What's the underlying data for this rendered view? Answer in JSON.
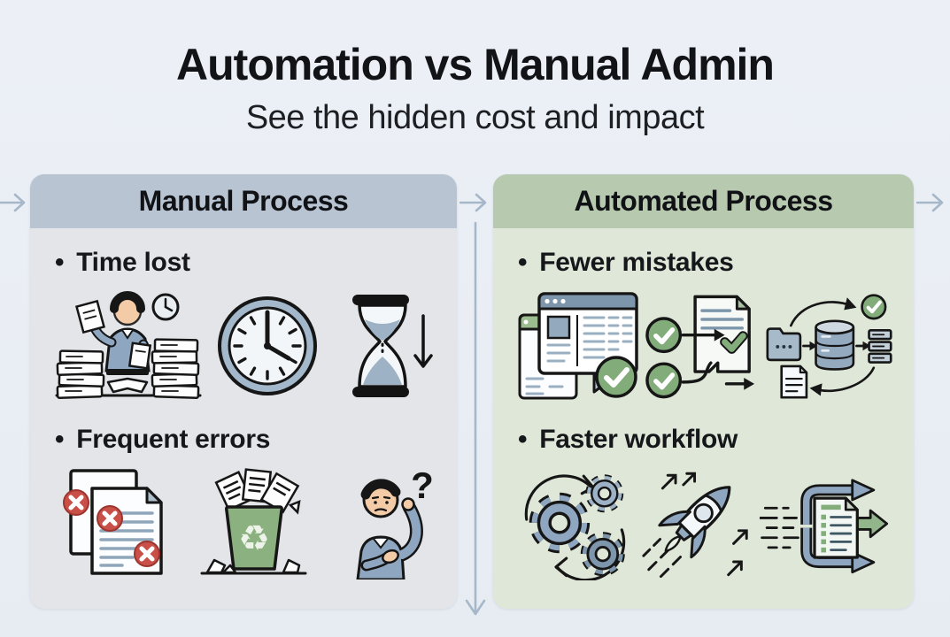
{
  "header": {
    "title": "Automation vs Manual Admin",
    "subtitle": "See the hidden cost and impact"
  },
  "bullet": "•",
  "glyphs": {
    "question_mark": "?",
    "recycle": "♻"
  },
  "colors": {
    "background": "#ecf0f6",
    "ink": "#121316",
    "panel_manual_header": "#b9c4d2",
    "panel_manual_body": "#e3e5e9",
    "panel_automated_header": "#b7c9ae",
    "panel_automated_body": "#dfe8d8",
    "flow_arrow": "#a6b7c9",
    "error_red": "#c95048",
    "success_green": "#83ac7b",
    "steel_blue": "#8ea6bf",
    "bin_green": "#8cb180"
  },
  "panels": [
    {
      "id": "manual",
      "title": "Manual Process",
      "sections": [
        {
          "label": "Time lost",
          "icons": [
            "busy-clerk-icon",
            "wall-clock-icon",
            "hourglass-icon"
          ]
        },
        {
          "label": "Frequent errors",
          "icons": [
            "error-documents-icon",
            "wastebasket-icon",
            "confused-person-icon"
          ]
        }
      ]
    },
    {
      "id": "automated",
      "title": "Automated Process",
      "sections": [
        {
          "label": "Fewer mistakes",
          "icons": [
            "verified-spreadsheet-icon",
            "approval-flow-icon",
            "data-sync-icon"
          ]
        },
        {
          "label": "Faster workflow",
          "icons": [
            "gears-icon",
            "rocket-icon",
            "fast-processing-icon"
          ]
        }
      ]
    }
  ]
}
